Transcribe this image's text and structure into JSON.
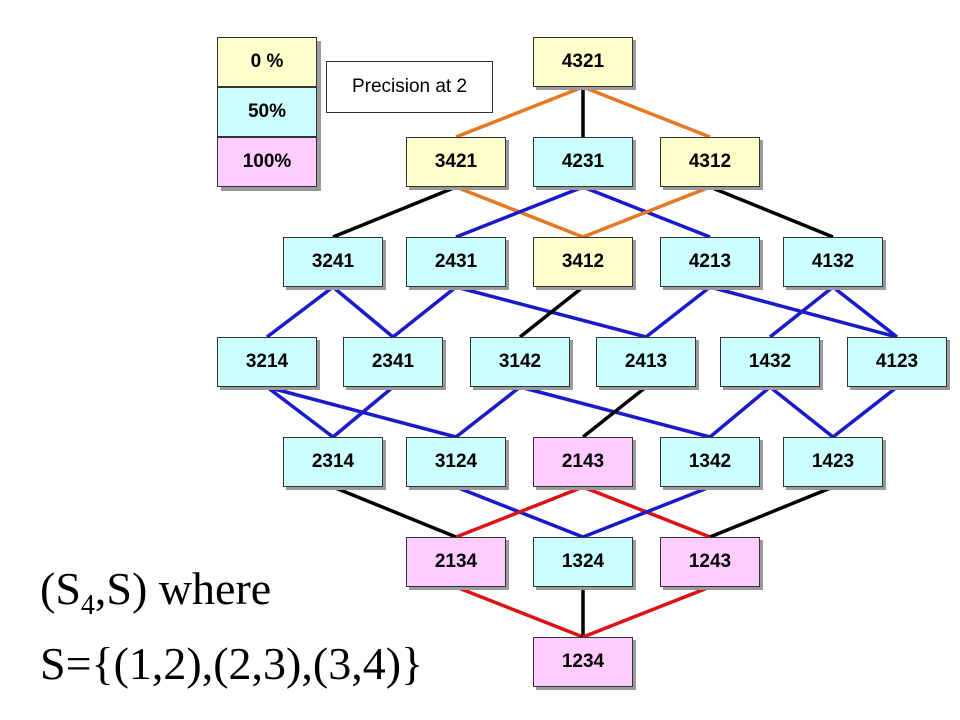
{
  "colors": {
    "yellow": "#ffffcc",
    "cyan": "#ccffff",
    "pink": "#ffccff",
    "edge_orange": "#e87722",
    "edge_black": "#000000",
    "edge_blue": "#1a1acc",
    "edge_red": "#dd1111"
  },
  "legend": {
    "items": [
      {
        "label": "0 %",
        "color": "yellow"
      },
      {
        "label": "50%",
        "color": "cyan"
      },
      {
        "label": "100%",
        "color": "pink"
      }
    ]
  },
  "metric_label": "Precision at 2",
  "caption": {
    "line1_pre": "(S",
    "line1_sub": "4",
    "line1_post": ",S) where",
    "line2": "S={(1,2),(2,3),(3,4)}"
  },
  "nodes": [
    {
      "label": "4321",
      "color": "yellow"
    },
    {
      "label": "3421",
      "color": "yellow"
    },
    {
      "label": "4231",
      "color": "cyan"
    },
    {
      "label": "4312",
      "color": "yellow"
    },
    {
      "label": "3241",
      "color": "cyan"
    },
    {
      "label": "2431",
      "color": "cyan"
    },
    {
      "label": "3412",
      "color": "yellow"
    },
    {
      "label": "4213",
      "color": "cyan"
    },
    {
      "label": "4132",
      "color": "cyan"
    },
    {
      "label": "3214",
      "color": "cyan"
    },
    {
      "label": "2341",
      "color": "cyan"
    },
    {
      "label": "3142",
      "color": "cyan"
    },
    {
      "label": "2413",
      "color": "cyan"
    },
    {
      "label": "1432",
      "color": "cyan"
    },
    {
      "label": "4123",
      "color": "cyan"
    },
    {
      "label": "2314",
      "color": "cyan"
    },
    {
      "label": "3124",
      "color": "cyan"
    },
    {
      "label": "2143",
      "color": "pink"
    },
    {
      "label": "1342",
      "color": "cyan"
    },
    {
      "label": "1423",
      "color": "cyan"
    },
    {
      "label": "2134",
      "color": "pink"
    },
    {
      "label": "1324",
      "color": "cyan"
    },
    {
      "label": "1243",
      "color": "pink"
    },
    {
      "label": "1234",
      "color": "pink"
    }
  ],
  "edges": [
    {
      "from": "4321",
      "to": "3421",
      "color": "edge_orange"
    },
    {
      "from": "4321",
      "to": "4231",
      "color": "edge_black"
    },
    {
      "from": "4321",
      "to": "4312",
      "color": "edge_orange"
    },
    {
      "from": "3421",
      "to": "3241",
      "color": "edge_black"
    },
    {
      "from": "3421",
      "to": "3412",
      "color": "edge_orange"
    },
    {
      "from": "4231",
      "to": "2431",
      "color": "edge_blue"
    },
    {
      "from": "4231",
      "to": "4213",
      "color": "edge_blue"
    },
    {
      "from": "4312",
      "to": "3412",
      "color": "edge_orange"
    },
    {
      "from": "4312",
      "to": "4132",
      "color": "edge_black"
    },
    {
      "from": "3241",
      "to": "3214",
      "color": "edge_blue"
    },
    {
      "from": "3241",
      "to": "2341",
      "color": "edge_blue"
    },
    {
      "from": "2431",
      "to": "2341",
      "color": "edge_blue"
    },
    {
      "from": "2431",
      "to": "2413",
      "color": "edge_blue"
    },
    {
      "from": "3412",
      "to": "3142",
      "color": "edge_black"
    },
    {
      "from": "4213",
      "to": "2413",
      "color": "edge_blue"
    },
    {
      "from": "4213",
      "to": "4123",
      "color": "edge_blue"
    },
    {
      "from": "4132",
      "to": "1432",
      "color": "edge_blue"
    },
    {
      "from": "4132",
      "to": "4123",
      "color": "edge_blue"
    },
    {
      "from": "3214",
      "to": "2314",
      "color": "edge_blue"
    },
    {
      "from": "3214",
      "to": "3124",
      "color": "edge_blue"
    },
    {
      "from": "2341",
      "to": "2314",
      "color": "edge_blue"
    },
    {
      "from": "3142",
      "to": "3124",
      "color": "edge_blue"
    },
    {
      "from": "3142",
      "to": "1342",
      "color": "edge_blue"
    },
    {
      "from": "2413",
      "to": "2143",
      "color": "edge_black"
    },
    {
      "from": "1432",
      "to": "1342",
      "color": "edge_blue"
    },
    {
      "from": "1432",
      "to": "1423",
      "color": "edge_blue"
    },
    {
      "from": "4123",
      "to": "1423",
      "color": "edge_blue"
    },
    {
      "from": "2314",
      "to": "2134",
      "color": "edge_black"
    },
    {
      "from": "3124",
      "to": "1324",
      "color": "edge_blue"
    },
    {
      "from": "2143",
      "to": "2134",
      "color": "edge_red"
    },
    {
      "from": "2143",
      "to": "1243",
      "color": "edge_red"
    },
    {
      "from": "1342",
      "to": "1324",
      "color": "edge_blue"
    },
    {
      "from": "1423",
      "to": "1243",
      "color": "edge_black"
    },
    {
      "from": "2134",
      "to": "1234",
      "color": "edge_red"
    },
    {
      "from": "1324",
      "to": "1234",
      "color": "edge_black"
    },
    {
      "from": "1243",
      "to": "1234",
      "color": "edge_red"
    }
  ]
}
